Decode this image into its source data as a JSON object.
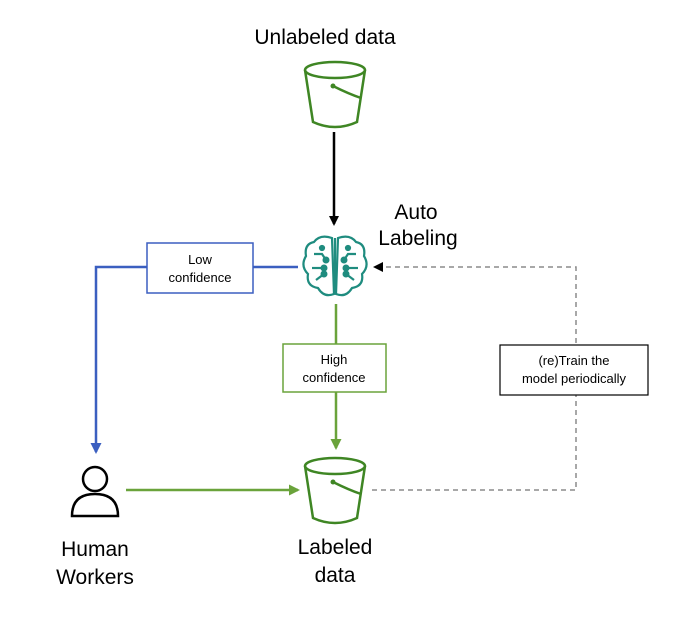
{
  "nodes": {
    "unlabeled": {
      "label": "Unlabeled data",
      "icon": "bucket-icon"
    },
    "auto": {
      "label_line1": "Auto",
      "label_line2": "Labeling",
      "icon": "brain-circuit-icon"
    },
    "human": {
      "label_line1": "Human",
      "label_line2": "Workers",
      "icon": "person-icon"
    },
    "labeled": {
      "label_line1": "Labeled",
      "label_line2": "data",
      "icon": "bucket-icon"
    }
  },
  "edges": {
    "low": {
      "line1": "Low",
      "line2": "confidence"
    },
    "high": {
      "line1": "High",
      "line2": "confidence"
    },
    "retrain": {
      "line1": "(re)Train the",
      "line2": "model periodically"
    }
  },
  "colors": {
    "green": "#5b8f22",
    "bucket_green": "#3f8624",
    "brain_green": "#1f8c7f",
    "blue": "#3b5fc0",
    "gray_dashed": "#8c8c8c",
    "black": "#000000"
  }
}
